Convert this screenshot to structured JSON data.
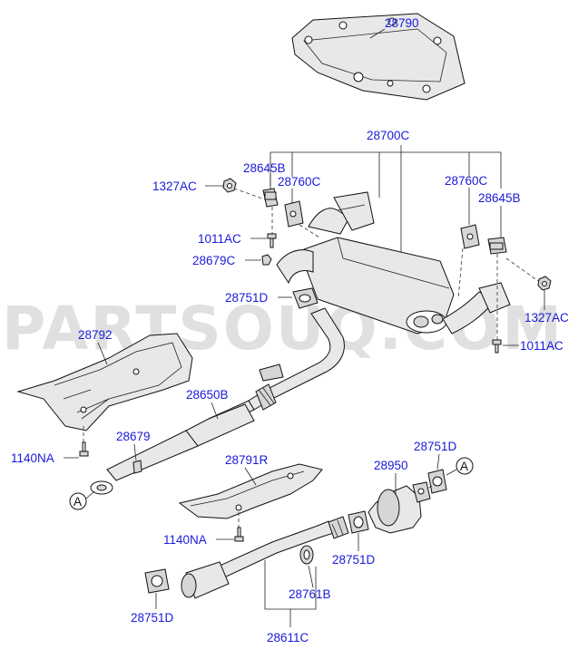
{
  "watermark": "PARTSOUQ.COM",
  "labels": {
    "l28790": "28790",
    "l28700C": "28700C",
    "l28645B_left": "28645B",
    "l28760C_left": "28760C",
    "l1327AC_left": "1327AC",
    "l1011AC_left": "1011AC",
    "l28679C": "28679C",
    "l28760C_right": "28760C",
    "l28645B_right": "28645B",
    "l1327AC_right": "1327AC",
    "l1011AC_right": "1011AC",
    "l28751D_top": "28751D",
    "l28792": "28792",
    "l28650B": "28650B",
    "l28679": "28679",
    "l1140NA_left": "1140NA",
    "l28791R": "28791R",
    "l1140NA_mid": "1140NA",
    "l28751D_right": "28751D",
    "l28950": "28950",
    "l28751D_mid": "28751D",
    "l28761B": "28761B",
    "l28751D_bottom": "28751D",
    "l28611C": "28611C"
  },
  "refs": {
    "ref_a_left": "A",
    "ref_a_right": "A"
  }
}
